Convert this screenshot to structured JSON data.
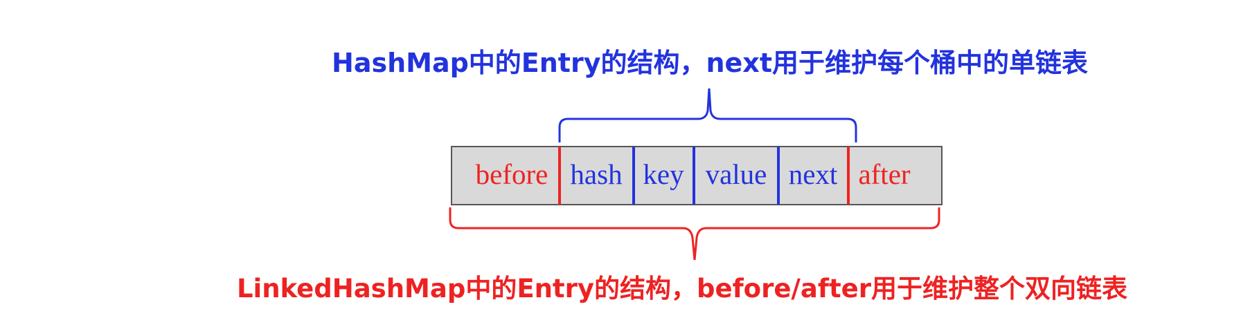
{
  "diagram": {
    "top_caption": "HashMap中的Entry的结构，next用于维护每个桶中的单链表",
    "bottom_caption": "LinkedHashMap中的Entry的结构，before/after用于维护整个双向链表",
    "fields": [
      {
        "label": "before",
        "group": "linked"
      },
      {
        "label": "hash",
        "group": "hashmap"
      },
      {
        "label": "key",
        "group": "hashmap"
      },
      {
        "label": "value",
        "group": "hashmap"
      },
      {
        "label": "next",
        "group": "hashmap"
      },
      {
        "label": "after",
        "group": "linked"
      }
    ],
    "colors": {
      "hashmap": "#2233dd",
      "linked": "#ee2222",
      "box_fill": "#d9d9d9",
      "box_border": "#555555"
    }
  }
}
